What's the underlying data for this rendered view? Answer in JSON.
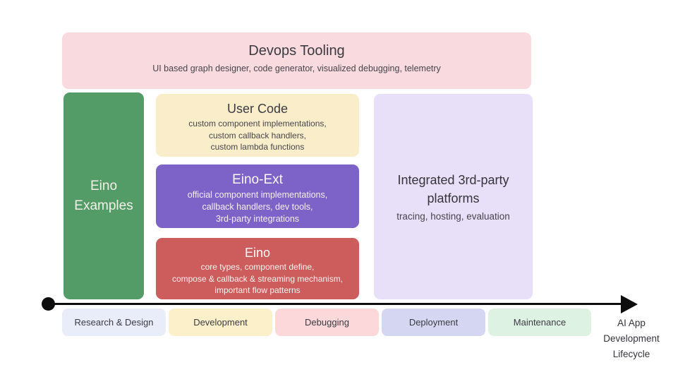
{
  "diagram": {
    "devops": {
      "title": "Devops Tooling",
      "subtitle": "UI based graph designer, code generator, visualized debugging, telemetry",
      "bg": "#f9dade"
    },
    "eino_examples": {
      "title": "Eino Examples",
      "bg": "#539c67"
    },
    "user_code": {
      "title": "User Code",
      "lines": [
        "custom component implementations,",
        "custom callback handlers,",
        "custom lambda functions"
      ],
      "bg": "#faeeca"
    },
    "eino_ext": {
      "title": "Eino-Ext",
      "lines": [
        "official component implementations,",
        "callback handlers, dev tools,",
        "3rd-party integrations"
      ],
      "bg": "#7d63c8"
    },
    "eino": {
      "title": "Eino",
      "lines": [
        "core types, component define,",
        "compose & callback & streaming mechanism,",
        "important flow patterns"
      ],
      "bg": "#cd5c5c"
    },
    "integrated": {
      "title": "Integrated 3rd-party platforms",
      "subtitle": "tracing, hosting, evaluation",
      "bg": "#e7e0f8"
    }
  },
  "lifecycle": {
    "stages": [
      {
        "label": "Research & Design",
        "bg": "#e9edfa"
      },
      {
        "label": "Development",
        "bg": "#fcf0ca"
      },
      {
        "label": "Debugging",
        "bg": "#fcd8da"
      },
      {
        "label": "Deployment",
        "bg": "#d5d7f2"
      },
      {
        "label": "Maintenance",
        "bg": "#def2e4"
      }
    ],
    "axis_label_lines": [
      "AI App",
      "Development",
      "Lifecycle"
    ],
    "axis_color": "#0d0d0d"
  }
}
